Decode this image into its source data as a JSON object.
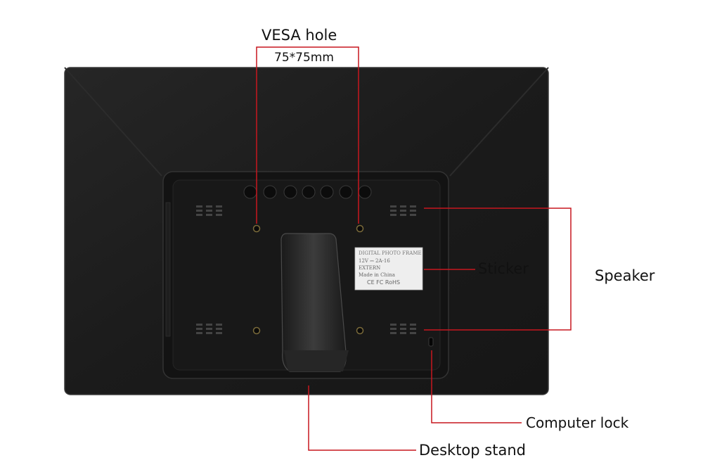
{
  "labels": {
    "vesa_hole": "VESA hole",
    "vesa_size": "75*75mm",
    "sticker": "Sticker",
    "speaker": "Speaker",
    "computer_lock": "Computer lock",
    "desktop_stand": "Desktop stand"
  },
  "sticker": {
    "title": "DIGITAL PHOTO FRAME",
    "power": "12V ⎓ 2A-16",
    "extern": "EXTERN",
    "origin": "Made in China",
    "marks": "CE FC RoHS"
  },
  "colors": {
    "annotation_line": "#c7171f",
    "panel": "#1f1f1f",
    "housing": "#141414"
  }
}
